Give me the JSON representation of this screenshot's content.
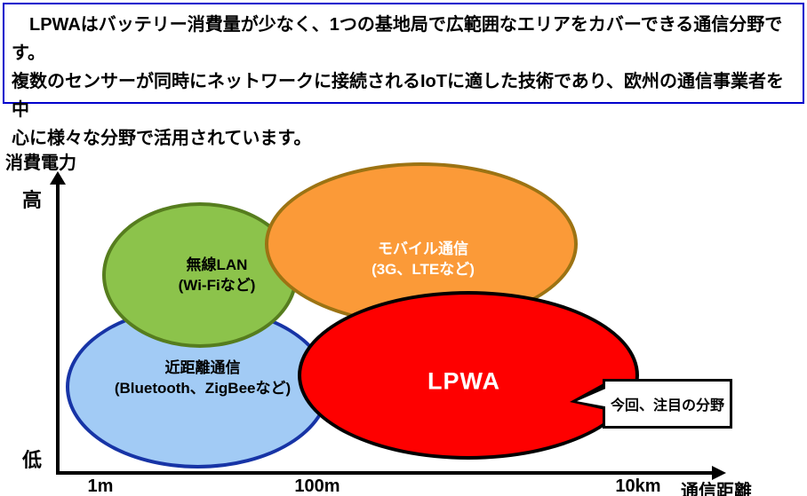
{
  "intro": {
    "border_color": "#0000CC",
    "lines": [
      "　LPWAはバッテリー消費量が少なく、1つの基地局で広範囲なエリアをカバーできる通信分野です。",
      "複数のセンサーが同時にネットワークに接続されるIoTに適した技術であり、欧州の通信事業者を中",
      "心に様々な分野で活用されています。"
    ]
  },
  "chart": {
    "type": "concept-bubble-diagram",
    "y_axis": {
      "label": "消費電力",
      "high_label": "高",
      "low_label": "低"
    },
    "x_axis": {
      "label": "通信距離",
      "ticks": [
        "1m",
        "100m",
        "10km"
      ]
    },
    "bubbles": [
      {
        "id": "wlan",
        "label": "無線LAN",
        "sublabel": "(Wi-Fiなど)",
        "fill": "#8CC34B",
        "stroke": "#567D1E",
        "text_color": "#000000"
      },
      {
        "id": "mobile",
        "label": "モバイル通信",
        "sublabel": "(3G、LTEなど)",
        "fill": "#FB9A38",
        "stroke": "#9C7313",
        "text_color": "#FFFFFF"
      },
      {
        "id": "short-range",
        "label": "近距離通信",
        "sublabel": "(Bluetooth、ZigBeeなど)",
        "fill": "#A2CBF5",
        "stroke": "#1734A6",
        "text_color": "#000000"
      },
      {
        "id": "lpwa",
        "label": "LPWA",
        "sublabel": "",
        "fill": "#FE0000",
        "stroke": "#000000",
        "text_color": "#FFFFFF"
      }
    ],
    "callout": {
      "text": "今回、注目の分野"
    }
  }
}
